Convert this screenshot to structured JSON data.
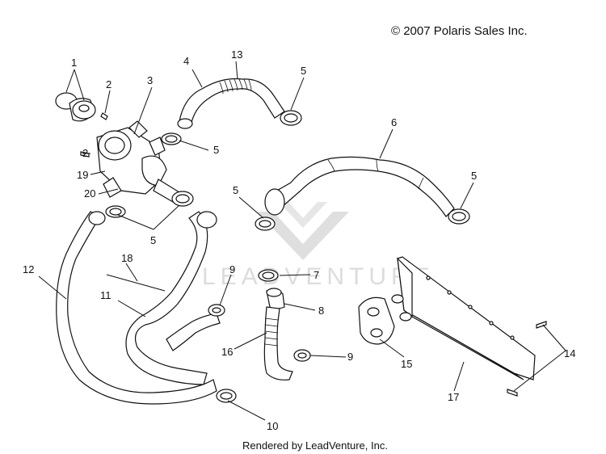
{
  "copyright": "© 2007 Polaris Sales Inc.",
  "footer": "Rendered by LeadVenture, Inc.",
  "watermark": "LEADVENTURE",
  "callouts": {
    "c1": "1",
    "c2a": "2",
    "c2b": "2",
    "c3": "3",
    "c4": "4",
    "c13": "13",
    "c5a": "5",
    "c5b": "5",
    "c5c": "5",
    "c5d": "5",
    "c5e": "5",
    "c6": "6",
    "c19": "19",
    "c20": "20",
    "c12": "12",
    "c18": "18",
    "c11": "11",
    "c9a": "9",
    "c9b": "9",
    "c7": "7",
    "c8": "8",
    "c16": "16",
    "c10": "10",
    "c15": "15",
    "c17": "17",
    "c14": "14"
  }
}
